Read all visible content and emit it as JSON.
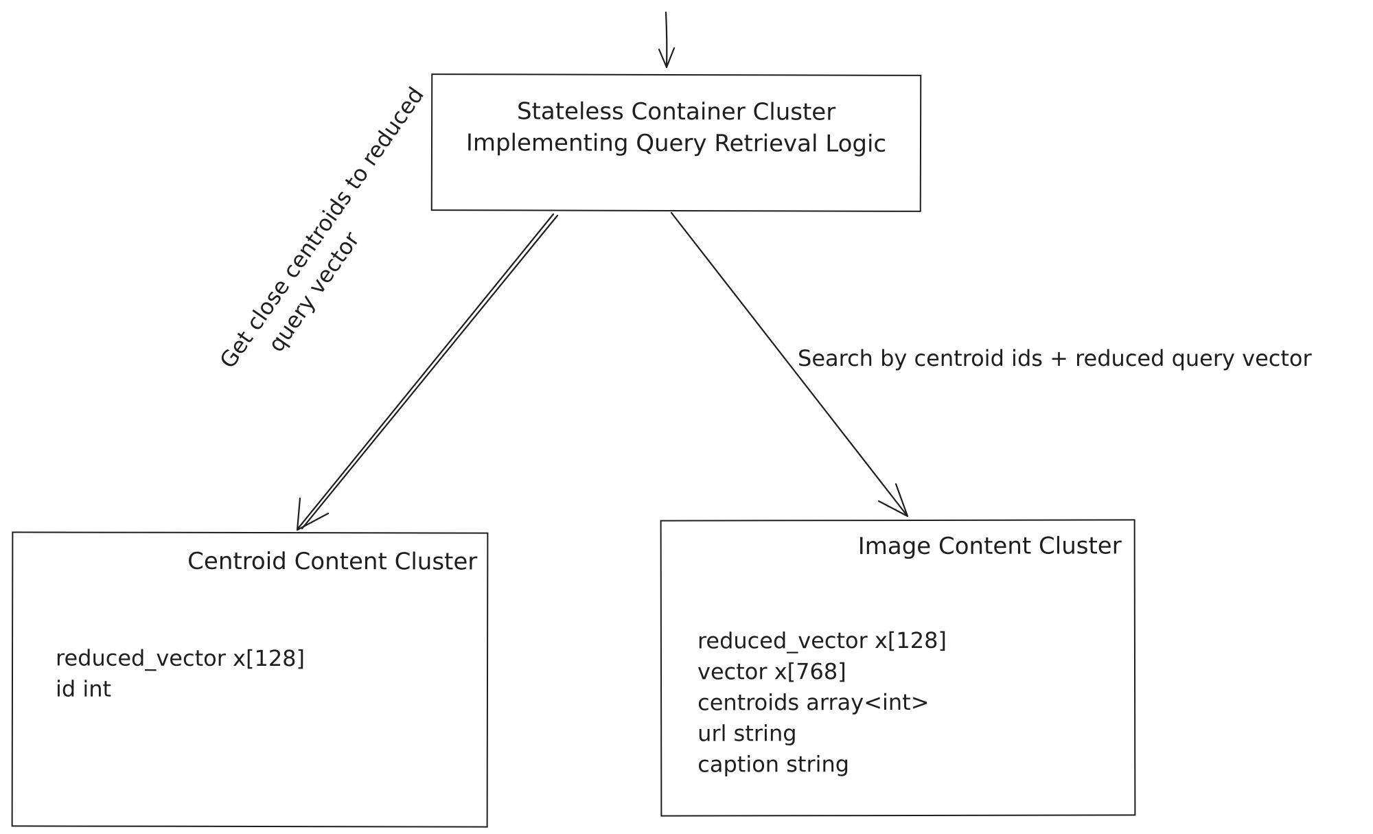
{
  "nodes": {
    "query_cluster": {
      "title_lines": [
        "Stateless Container Cluster",
        "Implementing Query Retrieval Logic"
      ]
    },
    "centroid_cluster": {
      "title": "Centroid Content Cluster",
      "fields": [
        "reduced_vector x[128]",
        "id  int"
      ]
    },
    "image_cluster": {
      "title": "Image Content Cluster",
      "fields": [
        "reduced_vector x[128]",
        "vector x[768]",
        "centroids array<int>",
        "url string",
        "caption string"
      ]
    }
  },
  "edges": {
    "to_centroid": {
      "label_lines": [
        "Get close centroids to reduced",
        "query vector"
      ]
    },
    "to_image": {
      "label": "Search by centroid ids + reduced query vector"
    }
  },
  "colors": {
    "stroke": "#1e1e1e",
    "background": "#ffffff"
  }
}
